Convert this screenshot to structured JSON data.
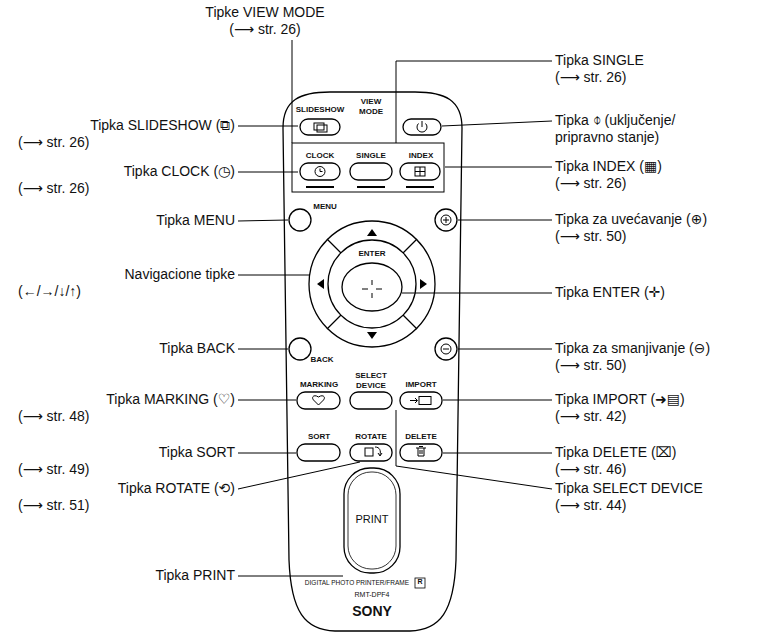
{
  "diagram": {
    "labels": [
      "Tipke VIEW MODE",
      "(⟶ str. 26)",
      "Tipka SLIDESHOW (⧉)",
      "(⟶ str. 26)",
      "Tipka SINGLE",
      "(⟶ str. 26)",
      "Tipka ⌽ (uključenje/ pripravno stanje)",
      "Tipka CLOCK (◷)",
      "(⟶ str. 26)",
      "Tipka INDEX (▦)",
      "(⟶ str. 26)",
      "Tipka MENU",
      "Tipka za uvećavanje (⊕)",
      "(⟶ str. 50)",
      "Navigacione tipke",
      "(←/→/↓/↑)",
      "Tipka ENTER (✛)",
      "Tipka BACK",
      "Tipka za smanjivanje (⊖)",
      "(⟶ str. 50)",
      "Tipka MARKING (♡)",
      "(⟶ str. 48)",
      "Tipka IMPORT (➜▤)",
      "(⟶ str. 42)",
      "Tipka SORT",
      "(⟶ str. 49)",
      "Tipka DELETE (⌧)",
      "(⟶ str. 46)",
      "Tipka ROTATE (⟲)",
      "(⟶ str. 51)",
      "Tipka SELECT DEVICE",
      "(⟶ str. 44)",
      "Tipka PRINT",
      "SLIDESHOW",
      "VIEW MODE",
      "CLOCK",
      "SINGLE",
      "INDEX",
      "MENU",
      "ENTER",
      "BACK",
      "MARKING",
      "SELECT DEVICE",
      "IMPORT",
      "SORT",
      "ROTATE",
      "DELETE",
      "PRINT",
      "DIGITAL PHOTO PRINTER/FRAME",
      "R",
      "RMT-DPF4",
      "SONY"
    ]
  }
}
